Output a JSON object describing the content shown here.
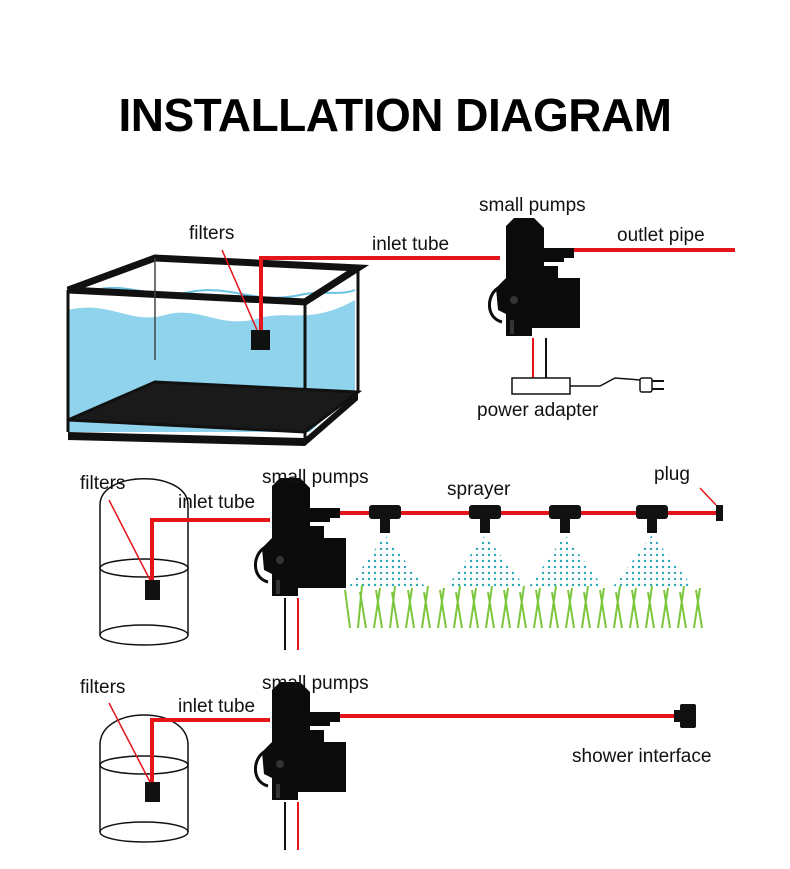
{
  "title": "INSTALLATION DIAGRAM",
  "colors": {
    "tube": "#e5141b",
    "pump": "#0b0b0b",
    "water": "#8fd3ec",
    "grass": "#7cc63d",
    "spray": "#2aa6b8"
  },
  "diagram1": {
    "filters": "filters",
    "inlet_tube": "inlet tube",
    "small_pumps": "small pumps",
    "outlet_pipe": "outlet pipe",
    "power_adapter": "power adapter"
  },
  "diagram2": {
    "filters": "filters",
    "inlet_tube": "inlet tube",
    "small_pumps": "small pumps",
    "sprayer": "sprayer",
    "plug": "plug"
  },
  "diagram3": {
    "filters": "filters",
    "inlet_tube": "inlet tube",
    "small_pumps": "small pumps",
    "shower_interface": "shower interface"
  }
}
